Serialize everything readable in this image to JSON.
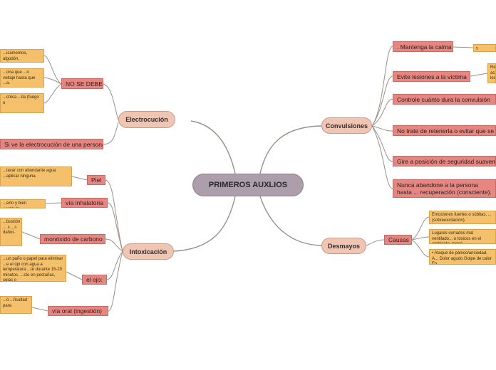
{
  "center": "PRIMEROS AUXLIOS",
  "branches": {
    "electrocucion": {
      "label": "Electrocución",
      "subs": [
        "NO SE DEBE",
        "Si ve la electrocución de una persona"
      ],
      "leaves": [
        "...icamentos, algodón,",
        "...ona que ...o voltaje hasta que ...a.",
        "...ctrica ...lla (fuego o"
      ]
    },
    "intoxicacion": {
      "label": "Intoxicación",
      "subs": [
        "Piel",
        "vía inhalatoria",
        "monóxido de carbono",
        "el ojo:",
        "vía oral (ingestión)"
      ],
      "leaves": [
        "...lavar con abundante agua ...aplicar ninguna",
        "...erto y bien ventilado.",
        "...bustión ... s ...s daños",
        "...un paño o papel para eliminar ...e el ojo con agua a temperatura ...te durante 15-20 minutos. ...cto en pestañas, cejas o",
        "...ó ...ficultad para"
      ]
    },
    "convulsiones": {
      "label": "Convulsiones",
      "subs": [
        ". Mantenga la calma",
        "Evite lesiones a la víctima",
        "Controle cuánto dura la convulsión",
        "No trate de retenerla o evitar que se m...",
        "Gire a posición de seguridad suavem...",
        "Nunca abandone a la persona hasta ... recuperación (consciente)."
      ],
      "leaves": [
        "y tranquil...",
        "Re... ac... les..."
      ]
    },
    "desmayos": {
      "label": "Desmayos",
      "subs": [
        "Causas"
      ],
      "leaves": [
        "Emociones fuertes o súbitas, ... (sobreexcitación).",
        "Lugares cerrados mal ventilado... o tóxicos en el ambiente: monó...",
        "• Ataque de pánico/ansiedad. A... Dolor agudo Golpe de calor Fo..."
      ]
    }
  },
  "colors": {
    "center": "#ad9eac",
    "main": "#efc5b4",
    "sub": "#e68681",
    "leaf": "#f5c06b",
    "line": "#9a8f8a"
  }
}
